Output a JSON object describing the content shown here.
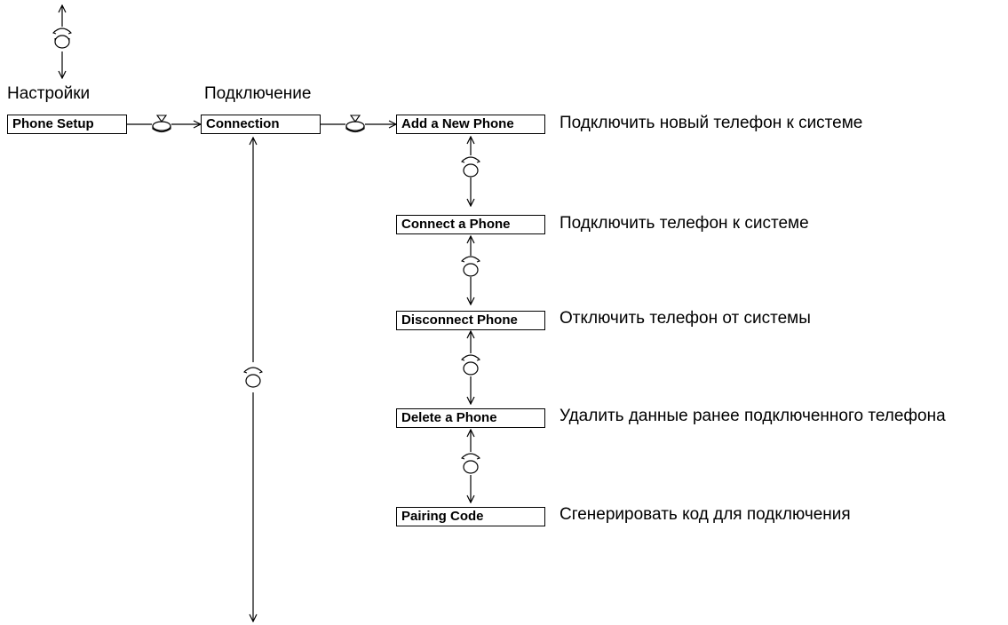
{
  "menu": {
    "root": {
      "caption": "Настройки",
      "label": "Phone Setup"
    },
    "sub": {
      "caption": "Подключение",
      "label": "Connection"
    },
    "items": [
      {
        "label": "Add a New Phone",
        "description": "Подключить новый телефон к системе"
      },
      {
        "label": "Connect a Phone",
        "description": "Подключить телефон к системе"
      },
      {
        "label": "Disconnect Phone",
        "description": "Отключить телефон от системы"
      },
      {
        "label": "Delete a Phone",
        "description": "Удалить данные ранее подключенного телефона"
      },
      {
        "label": "Pairing Code",
        "description": "Сгенерировать код для подключения"
      }
    ]
  },
  "icons": {
    "rotate": "rotate-knob-icon",
    "press": "press-knob-icon"
  },
  "colors": {
    "line": "#000000",
    "background": "#ffffff"
  }
}
